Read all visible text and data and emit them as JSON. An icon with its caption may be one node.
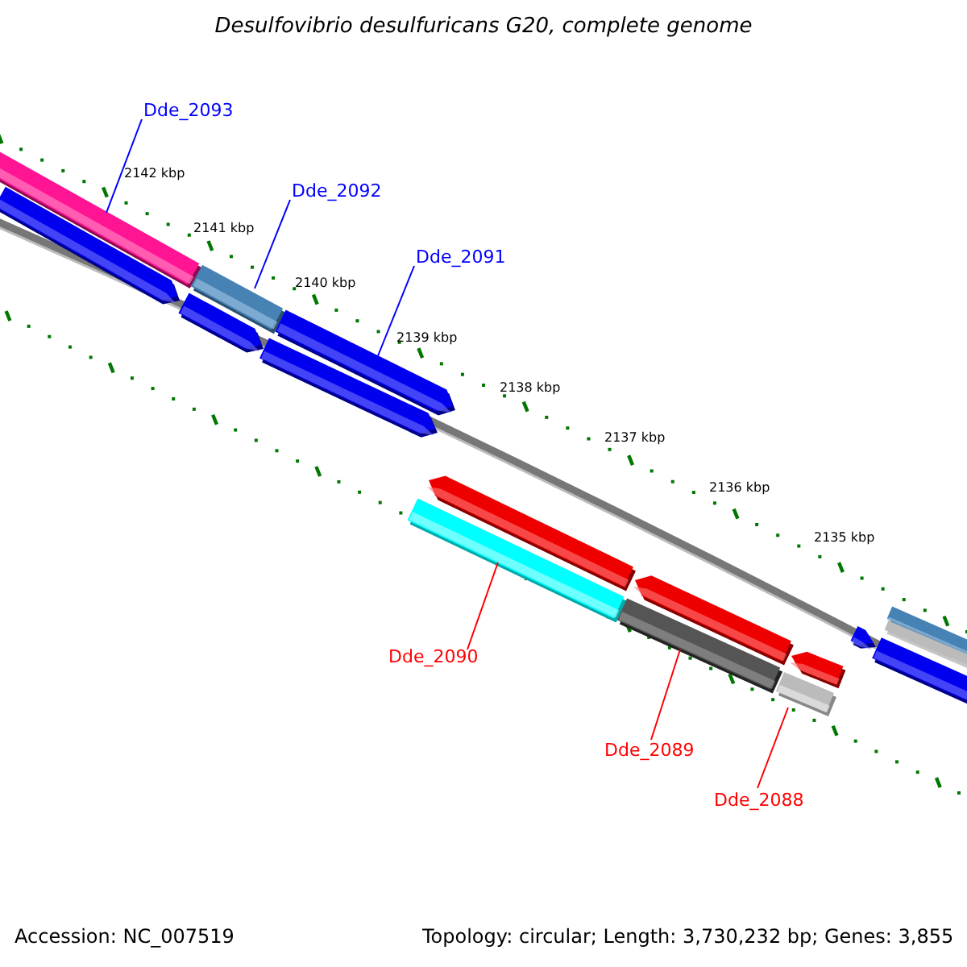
{
  "diagram": {
    "title": "Desulfovibrio desulfuricans G20, complete genome",
    "nodes": [
      {
        "text": [
          "Dde_2093"
        ]
      },
      {
        "text": [],
        "shape": "bar"
      },
      {
        "text": [
          "Dde_2092"
        ]
      },
      {
        "text": [],
        "shape": "bar"
      },
      {
        "text": [
          "Dde_2091"
        ]
      },
      {
        "text": [],
        "shape": "bar"
      },
      {
        "text": [
          "Dde_2090"
        ]
      },
      {
        "text": [],
        "shape": "bar"
      },
      {
        "text": [
          "Dde_2089"
        ]
      },
      {
        "text": [],
        "shape": "bar"
      },
      {
        "text": [
          "Dde_2088"
        ]
      },
      {
        "text": [],
        "shape": "bar"
      }
    ],
    "edges": [
      {
        "from": 0,
        "to": 1,
        "arrow": "none",
        "color": "#0000ff"
      },
      {
        "from": 2,
        "to": 3,
        "arrow": "none",
        "color": "#0000ff"
      },
      {
        "from": 4,
        "to": 5,
        "arrow": "none",
        "color": "#0000ff"
      },
      {
        "from": 6,
        "to": 7,
        "arrow": "none",
        "color": "#ff0000"
      },
      {
        "from": 8,
        "to": 9,
        "arrow": "none",
        "color": "#ff0000"
      },
      {
        "from": 10,
        "to": 11,
        "arrow": "none",
        "color": "#ff0000"
      }
    ],
    "labels": [
      "2142 kbp",
      "2141 kbp",
      "2140 kbp",
      "2139 kbp",
      "2138 kbp",
      "2137 kbp",
      "2136 kbp",
      "2135 kbp",
      "Accession: NC_007519",
      "Topology: circular; Length: 3,730,232 bp; Genes: 3,855"
    ]
  }
}
